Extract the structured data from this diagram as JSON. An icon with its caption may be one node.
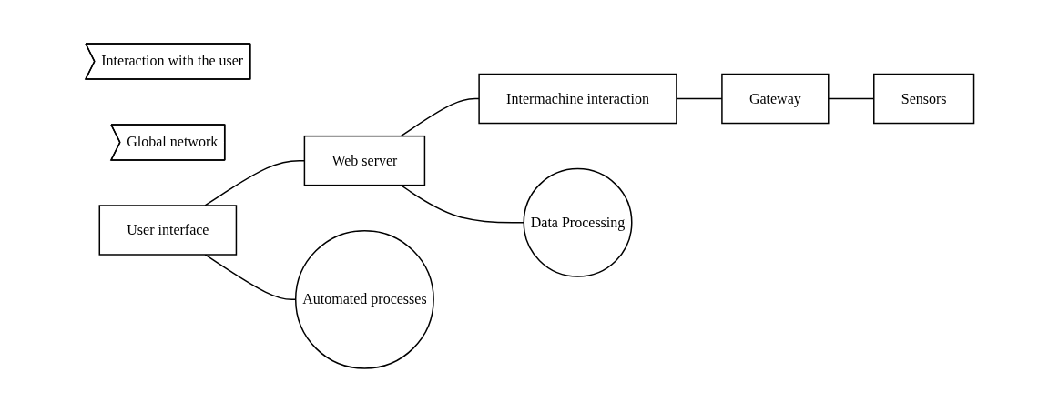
{
  "diagram": {
    "nodes": [
      {
        "text": [
          "Interaction with the user"
        ]
      },
      {
        "text": [
          "Global network"
        ]
      },
      {
        "text": [
          "User interface"
        ]
      },
      {
        "text": [
          "Web server"
        ]
      },
      {
        "text": [
          "Intermachine interaction"
        ]
      },
      {
        "text": [
          "Gateway"
        ]
      },
      {
        "text": [
          "Sensors"
        ]
      },
      {
        "text": [
          "Automated processes"
        ]
      },
      {
        "text": [
          "Data Processing"
        ]
      }
    ],
    "edges": [
      {
        "from": 2,
        "to": 3,
        "arrow": "none"
      },
      {
        "from": 3,
        "to": 4,
        "arrow": "none"
      },
      {
        "from": 4,
        "to": 5,
        "arrow": "none"
      },
      {
        "from": 5,
        "to": 6,
        "arrow": "none"
      },
      {
        "from": 2,
        "to": 7,
        "arrow": "none"
      },
      {
        "from": 3,
        "to": 8,
        "arrow": "none"
      }
    ]
  }
}
